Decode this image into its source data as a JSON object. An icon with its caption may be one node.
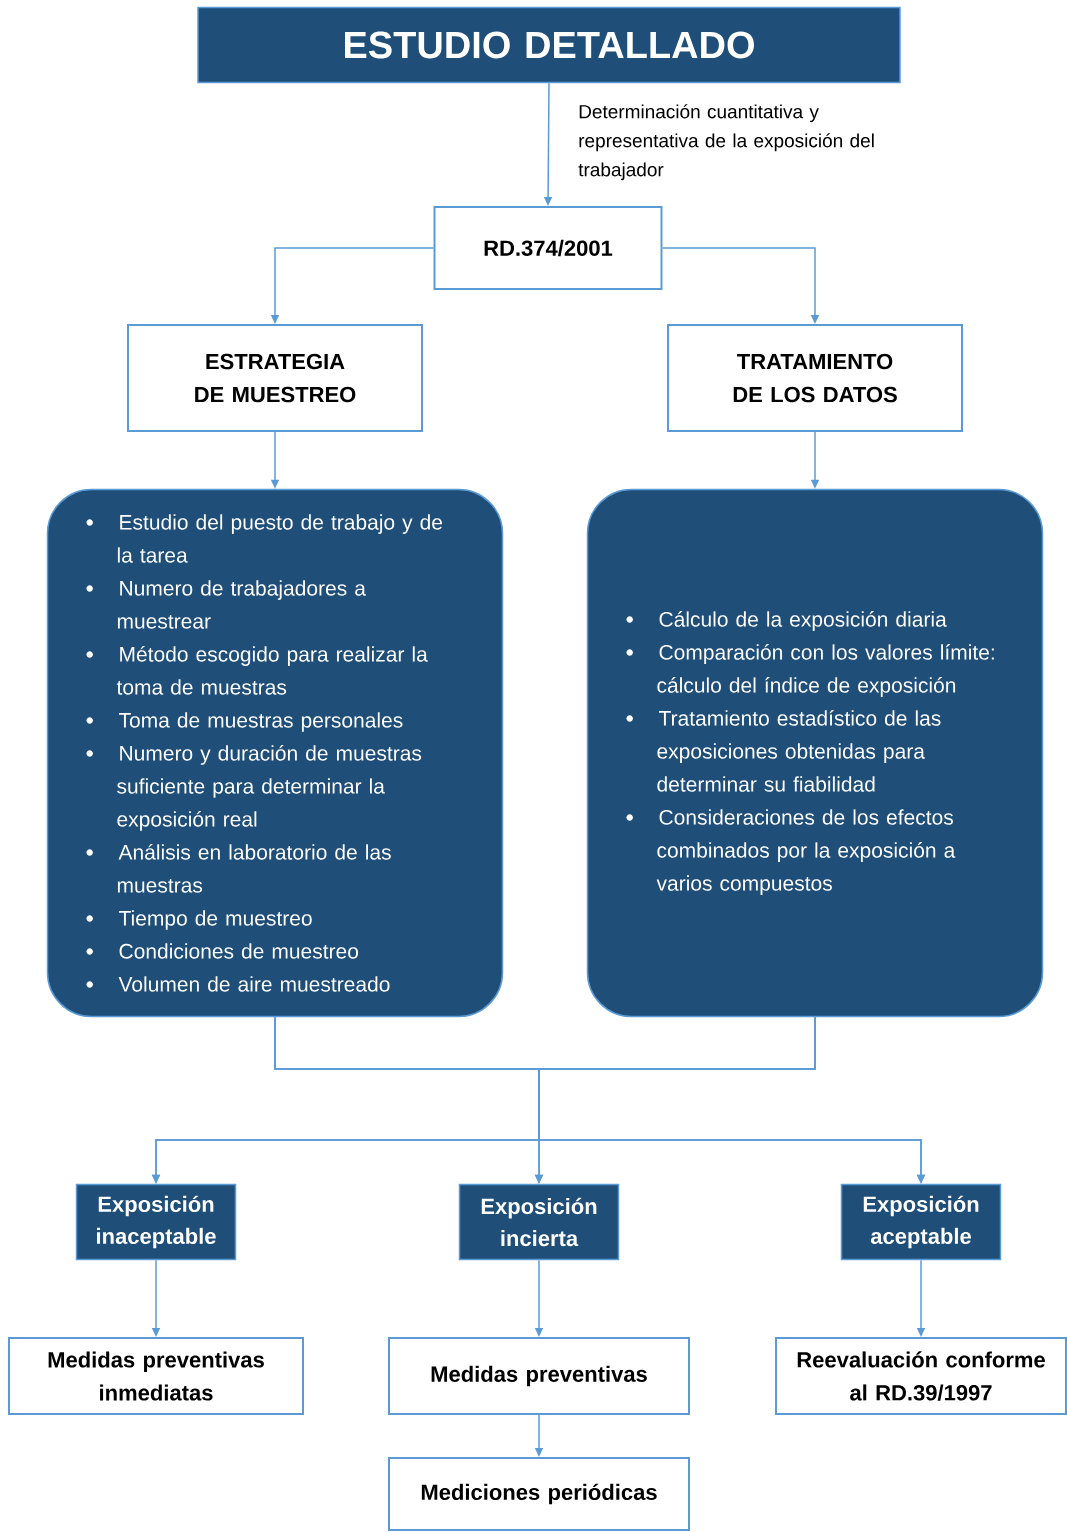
{
  "diagram": {
    "nodes": [
      {
        "text": [
          "ESTUDIO DETALLADO"
        ]
      },
      {
        "text": [
          "RD.374/2001"
        ]
      },
      {
        "text": [
          "ESTRATEGIA DE MUESTREO"
        ]
      },
      {
        "text": [
          "TRATAMIENTO DE LOS DATOS"
        ]
      },
      {
        "text": [
          "Estudio del puesto de trabajo y de la tarea",
          "Numero de trabajadores a muestrear",
          "Método escogido para realizar la toma de muestras",
          "Toma de muestras personales",
          "Numero y duración de muestras suficiente para determinar la exposición real",
          "Análisis en laboratorio de las muestras",
          "Tiempo de muestreo",
          "Condiciones de muestreo",
          "Volumen de aire muestreado"
        ]
      },
      {
        "text": [
          "Cálculo de la exposición diaria",
          "Comparación con los valores límite: cálculo del índice de exposición",
          "Tratamiento estadístico de las exposiciones obtenidas para determinar su fiabilidad",
          "Consideraciones de los efectos combinados por la exposición a varios compuestos"
        ]
      },
      {
        "text": [
          "Exposición inaceptable"
        ]
      },
      {
        "text": [
          "Exposición incierta"
        ]
      },
      {
        "text": [
          "Exposición aceptable"
        ]
      },
      {
        "text": [
          "Medidas preventivas inmediatas"
        ]
      },
      {
        "text": [
          "Medidas preventivas"
        ]
      },
      {
        "text": [
          "Reevaluación conforme al RD.39/1997"
        ]
      },
      {
        "text": [
          "Mediciones periódicas"
        ]
      }
    ],
    "edges": [
      {
        "from": 0,
        "to": 1,
        "arrow": "to",
        "label": "Determinación cuantitativa y representativa de la exposición del trabajador"
      },
      {
        "from": 1,
        "to": 2,
        "arrow": "to"
      },
      {
        "from": 1,
        "to": 3,
        "arrow": "to"
      },
      {
        "from": 2,
        "to": 4,
        "arrow": "to"
      },
      {
        "from": 3,
        "to": 5,
        "arrow": "to"
      },
      {
        "from": 4,
        "to": 6,
        "arrow": "to"
      },
      {
        "from": 4,
        "to": 7,
        "arrow": "to"
      },
      {
        "from": 4,
        "to": 8,
        "arrow": "to"
      },
      {
        "from": 5,
        "to": 6,
        "arrow": "to"
      },
      {
        "from": 5,
        "to": 7,
        "arrow": "to"
      },
      {
        "from": 5,
        "to": 8,
        "arrow": "to"
      },
      {
        "from": 6,
        "to": 9,
        "arrow": "to"
      },
      {
        "from": 7,
        "to": 10,
        "arrow": "to"
      },
      {
        "from": 8,
        "to": 11,
        "arrow": "to"
      },
      {
        "from": 10,
        "to": 12,
        "arrow": "to"
      }
    ]
  }
}
